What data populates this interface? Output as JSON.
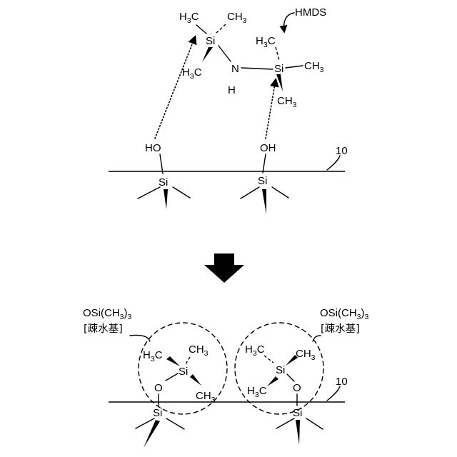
{
  "labels": {
    "hmds": "HMDS",
    "surface_ref": "10",
    "si": "Si",
    "o": "O",
    "n": "N",
    "h": "H",
    "ho": "HO",
    "oh": "OH",
    "h3c": "H",
    "ch3": "CH",
    "sub3": "3",
    "osi_group_a": "OSi(CH",
    "osi_group_b": ")",
    "osi_group_c": "3",
    "hydrophobic": "[疎水基]"
  },
  "colors": {
    "ink": "#000000",
    "background": "#ffffff"
  }
}
